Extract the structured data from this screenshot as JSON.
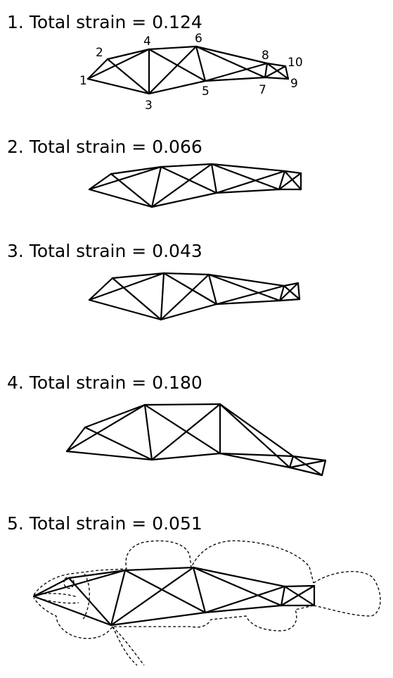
{
  "panels": [
    {
      "title": "1. Total strain = 0.124",
      "node_labels": [
        "1",
        "2",
        "3",
        "4",
        "5",
        "6",
        "7",
        "8",
        "9",
        "10"
      ]
    },
    {
      "title": "2. Total strain = 0.066"
    },
    {
      "title": "3. Total strain = 0.043"
    },
    {
      "title": "4. Total strain = 0.180"
    },
    {
      "title": "5. Total strain = 0.051"
    }
  ],
  "colors": {
    "line": "#000000",
    "background": "#ffffff"
  }
}
